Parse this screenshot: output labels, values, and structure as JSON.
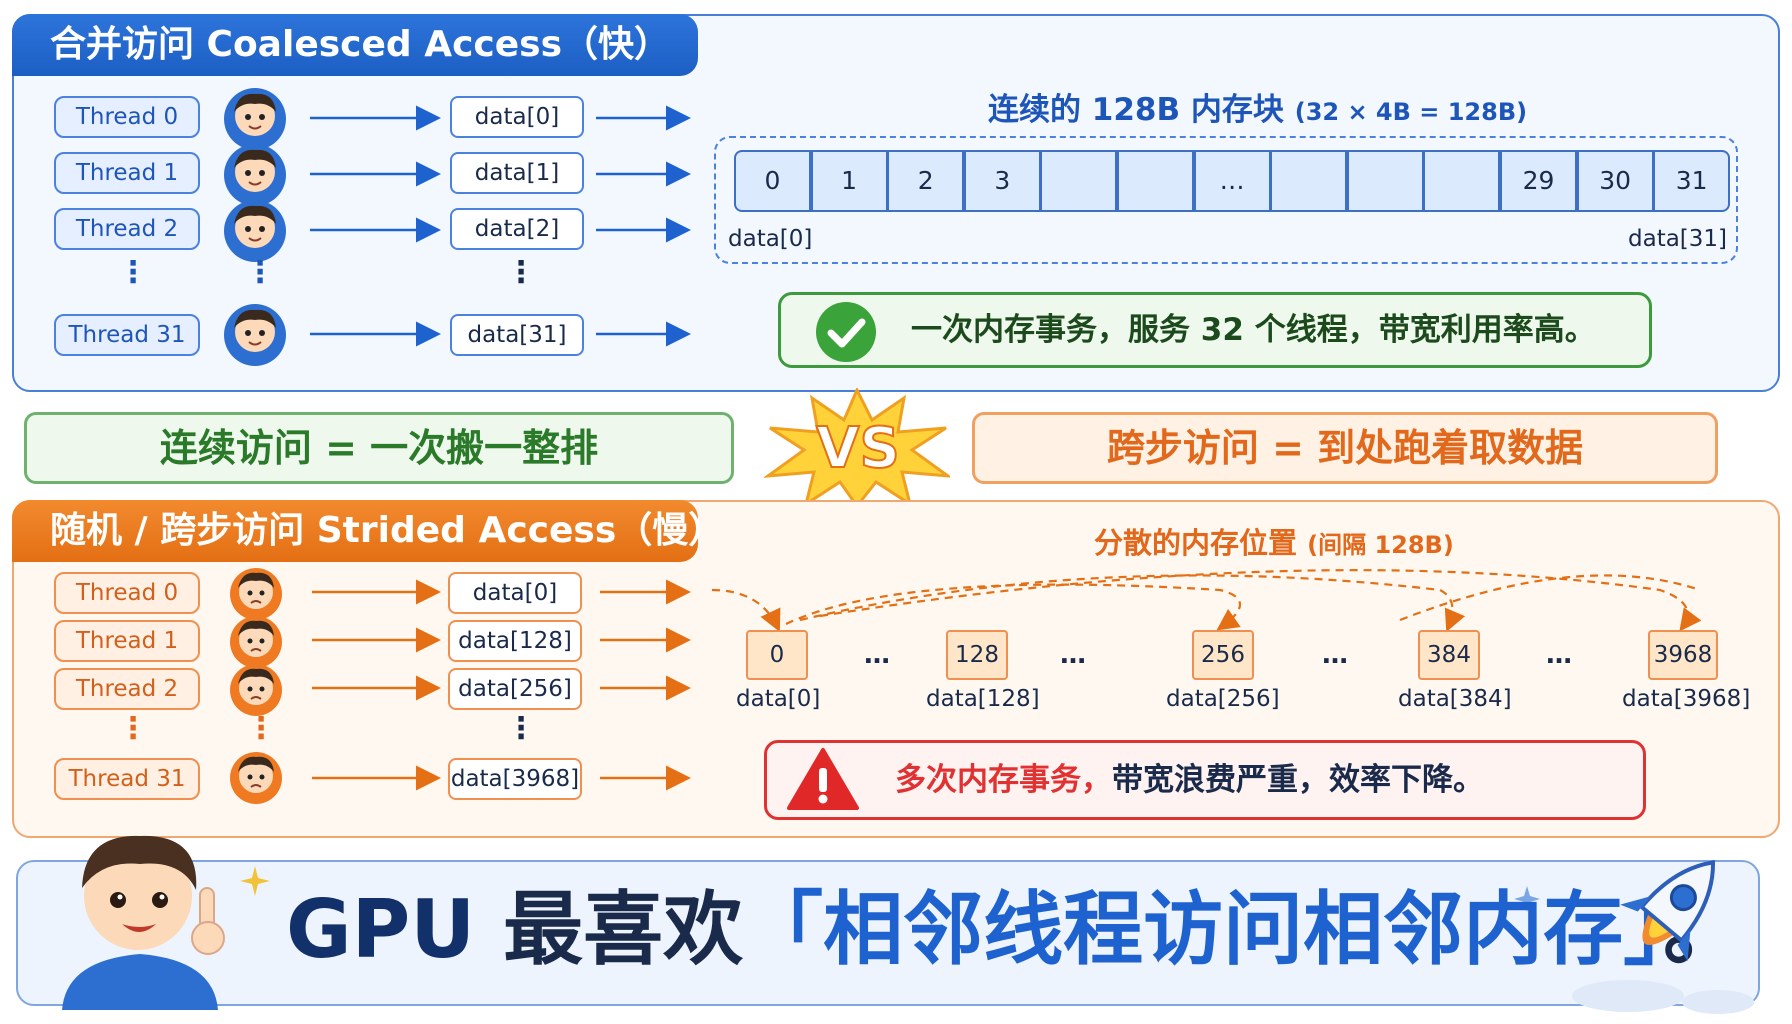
{
  "coalesced": {
    "tab_title": "合并访问 Coalesced Access（快）",
    "threads": [
      "Thread 0",
      "Thread 1",
      "Thread 2",
      "Thread 31"
    ],
    "data": [
      "data[0]",
      "data[1]",
      "data[2]",
      "data[31]"
    ],
    "memory_heading": "连续的 128B 内存块",
    "memory_heading_sub": "(32 × 4B = 128B)",
    "cells": [
      "0",
      "1",
      "2",
      "3",
      "",
      "",
      "…",
      "",
      "",
      "",
      "29",
      "30",
      "31"
    ],
    "mem_left_label": "data[0]",
    "mem_right_label": "data[31]",
    "callout": "一次内存事务，服务 32 个线程，带宽利用率高。"
  },
  "comparison": {
    "left": "连续访问 = 一次搬一整排",
    "vs": "VS",
    "right": "跨步访问 = 到处跑着取数据"
  },
  "strided": {
    "tab_title": "随机 / 跨步访问 Strided Access（慢）",
    "threads": [
      "Thread 0",
      "Thread 1",
      "Thread 2",
      "Thread 31"
    ],
    "data": [
      "data[0]",
      "data[128]",
      "data[256]",
      "data[3968]"
    ],
    "memory_heading": "分散的内存位置",
    "memory_heading_sub": "(间隔 128B)",
    "cells": [
      "0",
      "128",
      "256",
      "384",
      "3968"
    ],
    "cell_labels": [
      "data[0]",
      "data[128]",
      "data[256]",
      "data[384]",
      "data[3968]"
    ],
    "ellipsis": "…",
    "callout_highlight": "多次内存事务，",
    "callout_rest": "带宽浪费严重，效率下降。"
  },
  "banner": {
    "gpu": "GPU",
    "likes": "最喜欢",
    "quote": "「相邻线程访问相邻内存」",
    "period": "。"
  },
  "colors": {
    "blue_accent": "#1e62d0",
    "orange_accent": "#e46f14",
    "green_ok": "#3d9a3d",
    "red_warn": "#e03232"
  }
}
